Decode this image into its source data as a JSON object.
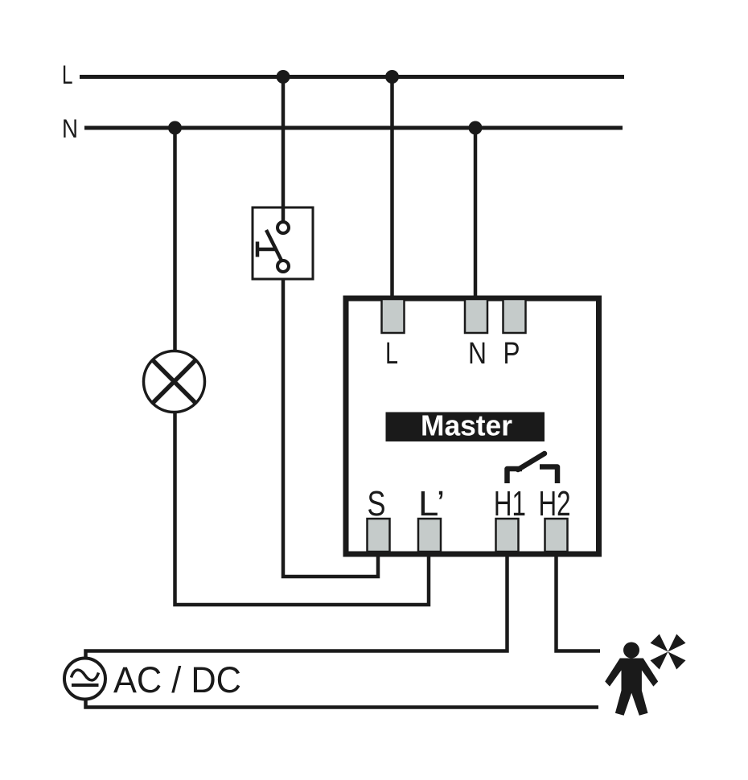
{
  "colors": {
    "background": "#ffffff",
    "ink": "#1a1a1a",
    "terminal_fill": "#c5cbca",
    "label_bg": "#1a1a1a",
    "label_text": "#ffffff"
  },
  "supply": {
    "line_live_label": "L",
    "line_neutral_label": "N"
  },
  "device": {
    "name_label": "Master",
    "terminals_top": [
      {
        "label": "L"
      },
      {
        "label": "N"
      },
      {
        "label": "P"
      }
    ],
    "terminals_bottom": [
      {
        "label": "S"
      },
      {
        "label": "L’"
      },
      {
        "label": "H1"
      },
      {
        "label": "H2"
      }
    ]
  },
  "source": {
    "label": "AC / DC"
  },
  "icons": {
    "push_button": "push-button-switch",
    "lamp": "lamp",
    "relay_contact": "relay-no-contact",
    "ac_dc_source": "ac-dc-source",
    "person": "person",
    "fan": "fan"
  }
}
